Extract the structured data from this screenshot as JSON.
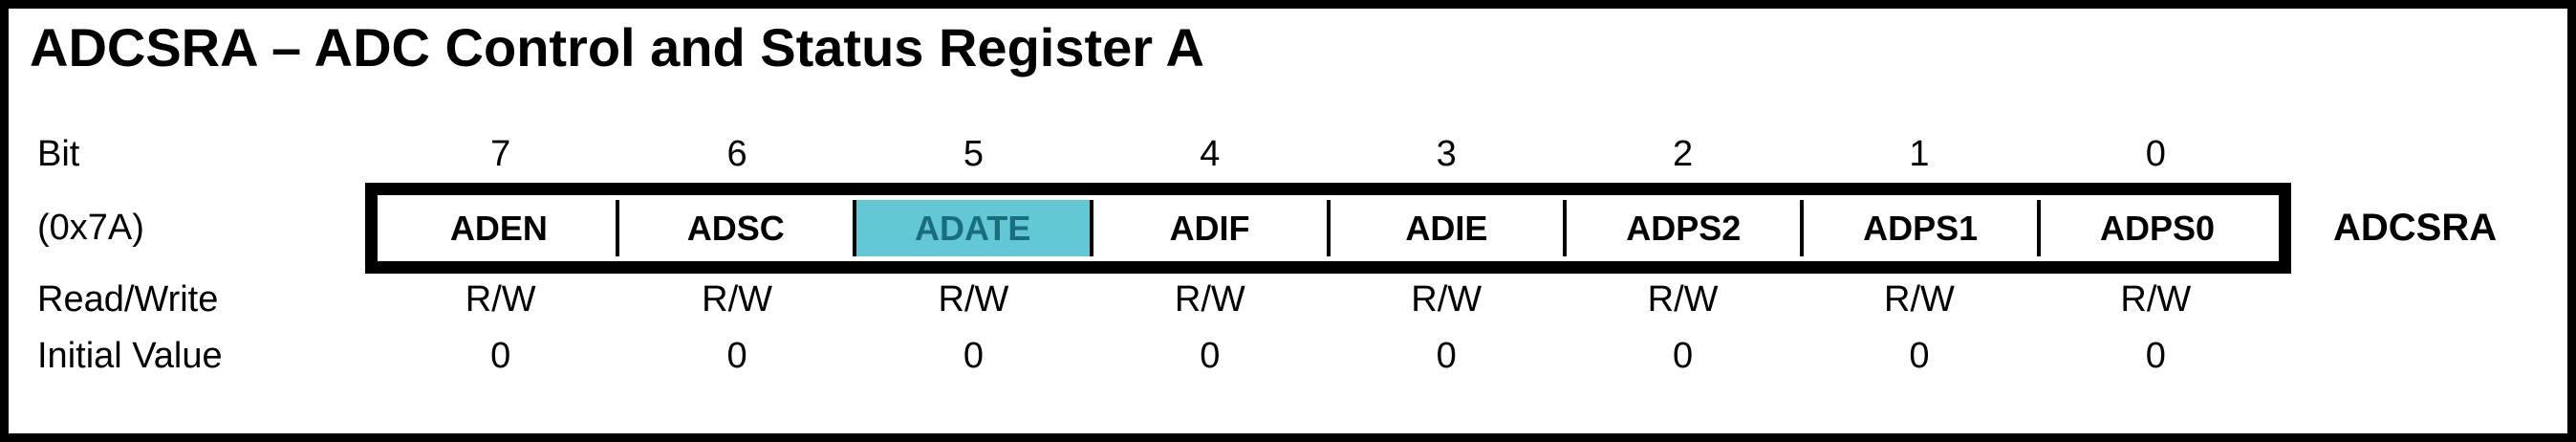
{
  "title": "ADCSRA – ADC Control and Status Register A",
  "register": {
    "name_label": "ADCSRA",
    "address_label": "(0x7A)",
    "labels": {
      "bit": "Bit",
      "read_write": "Read/Write",
      "initial_value": "Initial Value"
    },
    "bits": [
      {
        "number": "7",
        "name": "ADEN",
        "read_write": "R/W",
        "initial_value": "0",
        "highlighted": false
      },
      {
        "number": "6",
        "name": "ADSC",
        "read_write": "R/W",
        "initial_value": "0",
        "highlighted": false
      },
      {
        "number": "5",
        "name": "ADATE",
        "read_write": "R/W",
        "initial_value": "0",
        "highlighted": true
      },
      {
        "number": "4",
        "name": "ADIF",
        "read_write": "R/W",
        "initial_value": "0",
        "highlighted": false
      },
      {
        "number": "3",
        "name": "ADIE",
        "read_write": "R/W",
        "initial_value": "0",
        "highlighted": false
      },
      {
        "number": "2",
        "name": "ADPS2",
        "read_write": "R/W",
        "initial_value": "0",
        "highlighted": false
      },
      {
        "number": "1",
        "name": "ADPS1",
        "read_write": "R/W",
        "initial_value": "0",
        "highlighted": false
      },
      {
        "number": "0",
        "name": "ADPS0",
        "read_write": "R/W",
        "initial_value": "0",
        "highlighted": false
      }
    ],
    "colors": {
      "highlight_bg": "#63C8D5",
      "highlight_text": "#1A6E7B",
      "border": "#000000",
      "text": "#000000",
      "background": "#FFFFFF"
    }
  }
}
